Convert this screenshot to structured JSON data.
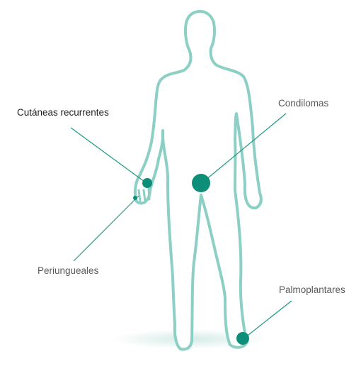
{
  "colors": {
    "outline": "#8ccfc4",
    "marker": "#0d8e78",
    "leader": "#1a9a85",
    "shadow": "#cfe9e4",
    "label_dark": "#1f1f1f",
    "label": "#5a5a5a"
  },
  "labels": {
    "cutaneas": "Cutáneas recurrentes",
    "condilomas": "Condilomas",
    "periungueales": "Periungueales",
    "palmoplantares": "Palmoplantares"
  }
}
